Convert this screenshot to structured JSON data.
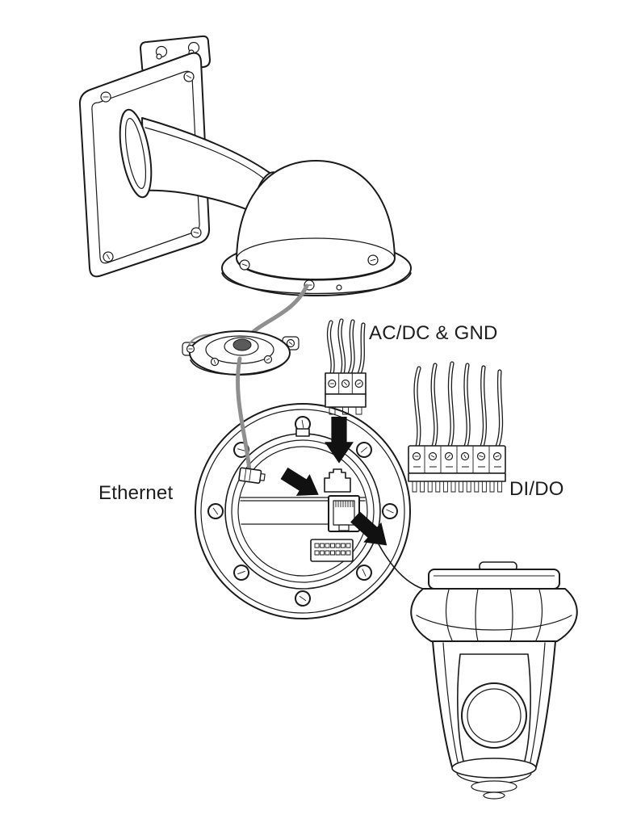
{
  "labels": {
    "power": "AC/DC & GND",
    "ethernet": "Ethernet",
    "dido": "DI/DO"
  },
  "colors": {
    "line": "#1a1a1a",
    "arrow": "#111111",
    "cable": "#8f8f8f",
    "background": "#ffffff"
  }
}
